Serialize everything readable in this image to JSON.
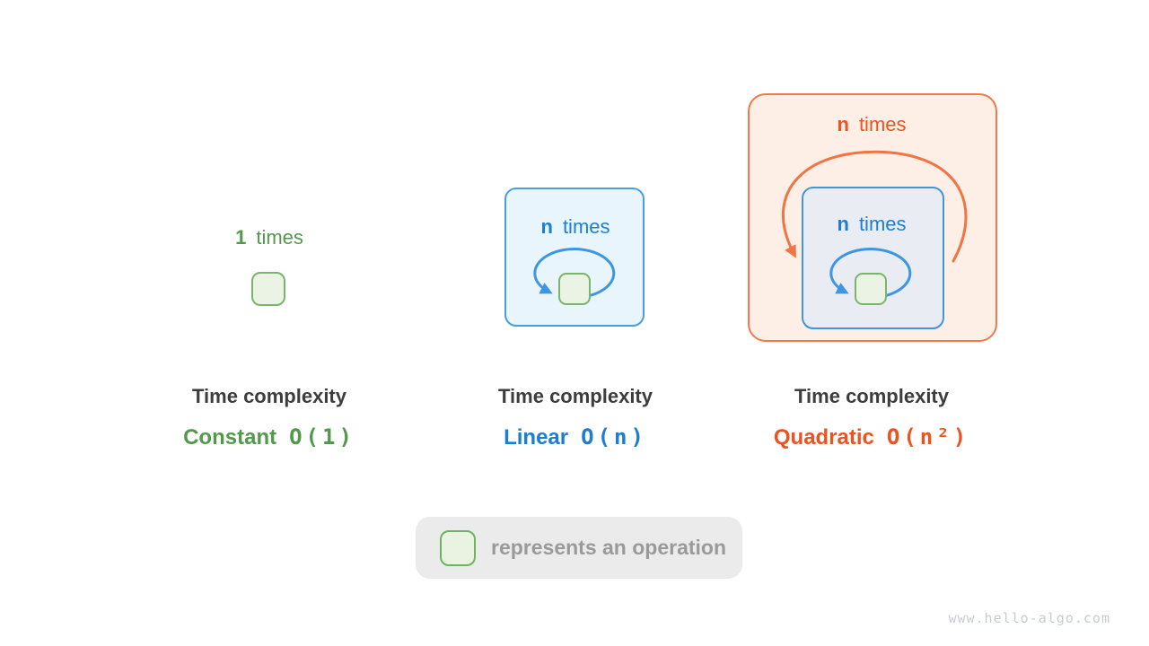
{
  "constant": {
    "count": "1",
    "word": "times",
    "title": "Time complexity",
    "label": "Constant",
    "notation": "O(1)",
    "color": "#52994c"
  },
  "linear": {
    "count": "n",
    "word": "times",
    "title": "Time complexity",
    "label": "Linear",
    "notation": "O(n)",
    "color": "#1d7ed0"
  },
  "quadratic": {
    "outer_count": "n",
    "outer_word": "times",
    "inner_count": "n",
    "inner_word": "times",
    "title": "Time complexity",
    "label": "Quadratic",
    "notation": "O(n²)",
    "color": "#e95420"
  },
  "legend": {
    "label": "represents an operation"
  },
  "watermark": "www.hello-algo.com",
  "colors": {
    "green_text": "#52994c",
    "green_square_border": "#7bb46d",
    "green_square_fill": "#ebf3e5",
    "blue_text": "#1d7ed0",
    "blue_box_border": "#47a0dd",
    "blue_box_fill": "#e9f5fc",
    "blue_inner_box_fill": "#e9edf3",
    "blue_arrow": "#3d96e2",
    "orange_text": "#e95420",
    "orange_box_border": "#ee7b4d",
    "orange_box_fill": "#fdeee6",
    "orange_arrow": "#ee7544",
    "title_text": "#3d3d3d",
    "legend_bg": "#ebebeb",
    "legend_text": "#9a9a9a",
    "watermark_text": "#c8ccd1"
  }
}
